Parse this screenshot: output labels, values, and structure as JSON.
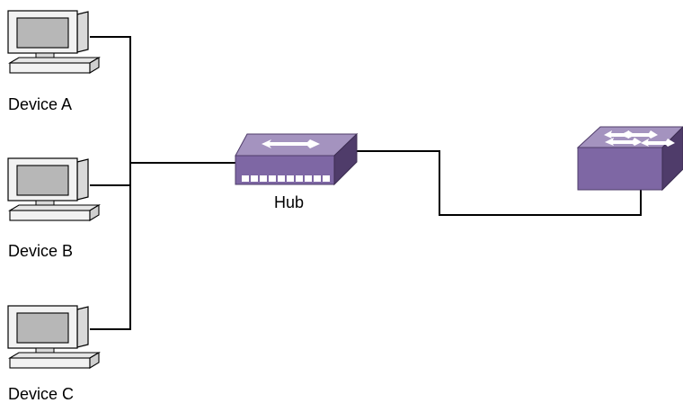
{
  "diagram": {
    "devices": [
      {
        "label": "Device A",
        "icon": "desktop-computer-icon"
      },
      {
        "label": "Device B",
        "icon": "desktop-computer-icon"
      },
      {
        "label": "Device C",
        "icon": "desktop-computer-icon"
      }
    ],
    "hub": {
      "label": "Hub",
      "icon": "hub-icon"
    },
    "switch": {
      "label": "",
      "icon": "switch-icon"
    },
    "colors": {
      "device_frame": "#f2f2f2",
      "device_screen": "#b7b7b7",
      "device_outline": "#000000",
      "network_purple_top": "#a493bf",
      "network_purple_front": "#7e67a4",
      "network_purple_side": "#4f3c6a",
      "link_line": "#000000"
    }
  }
}
